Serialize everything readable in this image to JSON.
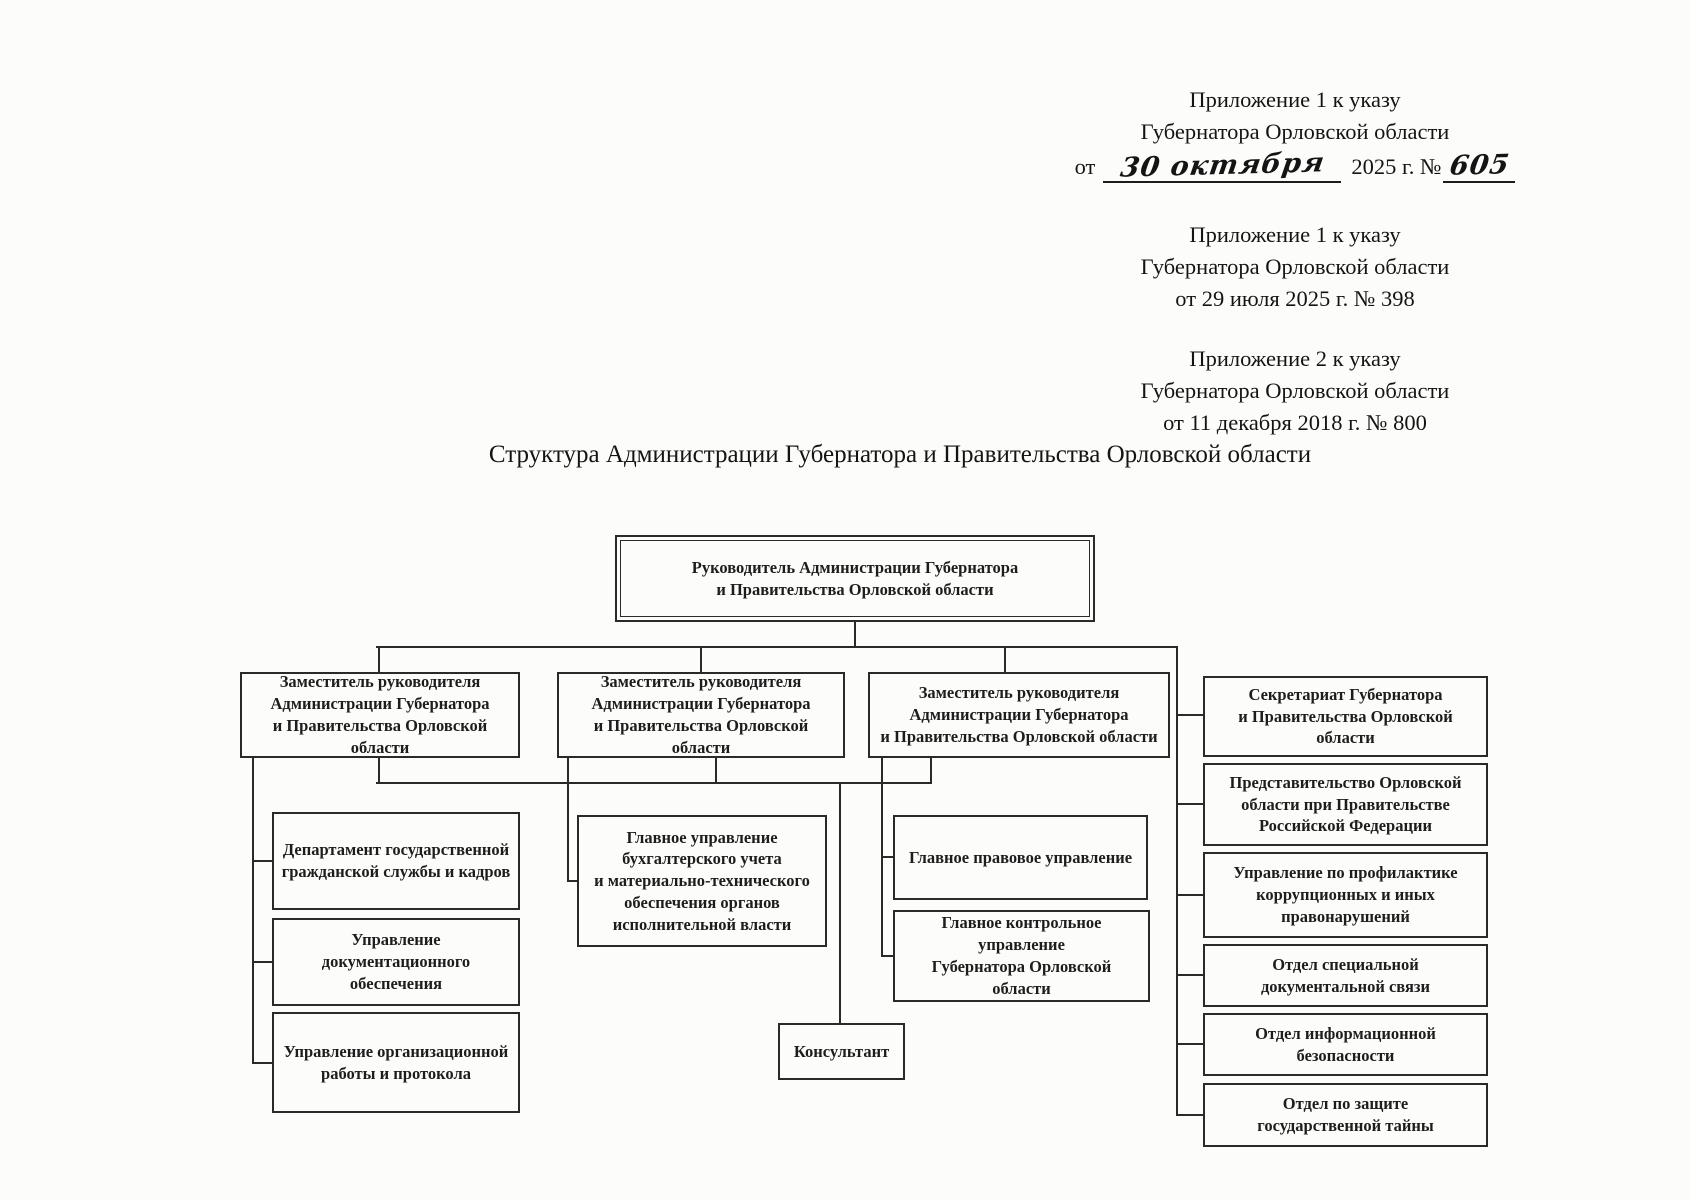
{
  "page": {
    "appendix1": {
      "l1": "Приложение 1 к указу",
      "l2": "Губернатора Орловской области",
      "from": "от",
      "date_handwritten": "30 октября",
      "year": "2025 г. №",
      "num_handwritten": "605"
    },
    "appendix2": {
      "l1": "Приложение 1 к указу",
      "l2": "Губернатора Орловской области",
      "l3": "от 29 июля 2025 г. № 398"
    },
    "appendix3": {
      "l1": "Приложение 2 к указу",
      "l2": "Губернатора Орловской области",
      "l3": "от 11 декабря 2018 г. № 800"
    },
    "title": "Структура Администрации Губернатора и Правительства Орловской области"
  },
  "org": {
    "head": "Руководитель Администрации Губернатора\nи Правительства Орловской области",
    "deputy1": "Заместитель руководителя\nАдминистрации Губернатора\nи Правительства Орловской области",
    "deputy2": "Заместитель руководителя\nАдминистрации Губернатора\nи Правительства Орловской области",
    "deputy3": "Заместитель руководителя\nАдминистрации Губернатора\nи Правительства Орловской области",
    "left": {
      "b1": "Департамент государственной\nгражданской службы и кадров",
      "b2": "Управление\nдокументационного\nобеспечения",
      "b3": "Управление организационной\nработы и протокола"
    },
    "middle": {
      "accounting": "Главное управление\nбухгалтерского учета\nи материально-технического\nобеспечения органов\nисполнительной власти",
      "legal": "Главное правовое управление",
      "control": "Главное контрольное управление\nГубернатора Орловской области",
      "consultant": "Консультант"
    },
    "right": {
      "b1": "Секретариат Губернатора\nи Правительства Орловской\nобласти",
      "b2": "Представительство Орловской\nобласти при Правительстве\nРоссийской Федерации",
      "b3": "Управление по профилактике\nкоррупционных и иных\nправонарушений",
      "b4": "Отдел специальной\nдокументальной связи",
      "b5": "Отдел информационной\nбезопасности",
      "b6": "Отдел по защите\nгосударственной тайны"
    }
  },
  "colors": {
    "ink": "#1d1d1d",
    "paper": "#fcfcfa"
  }
}
